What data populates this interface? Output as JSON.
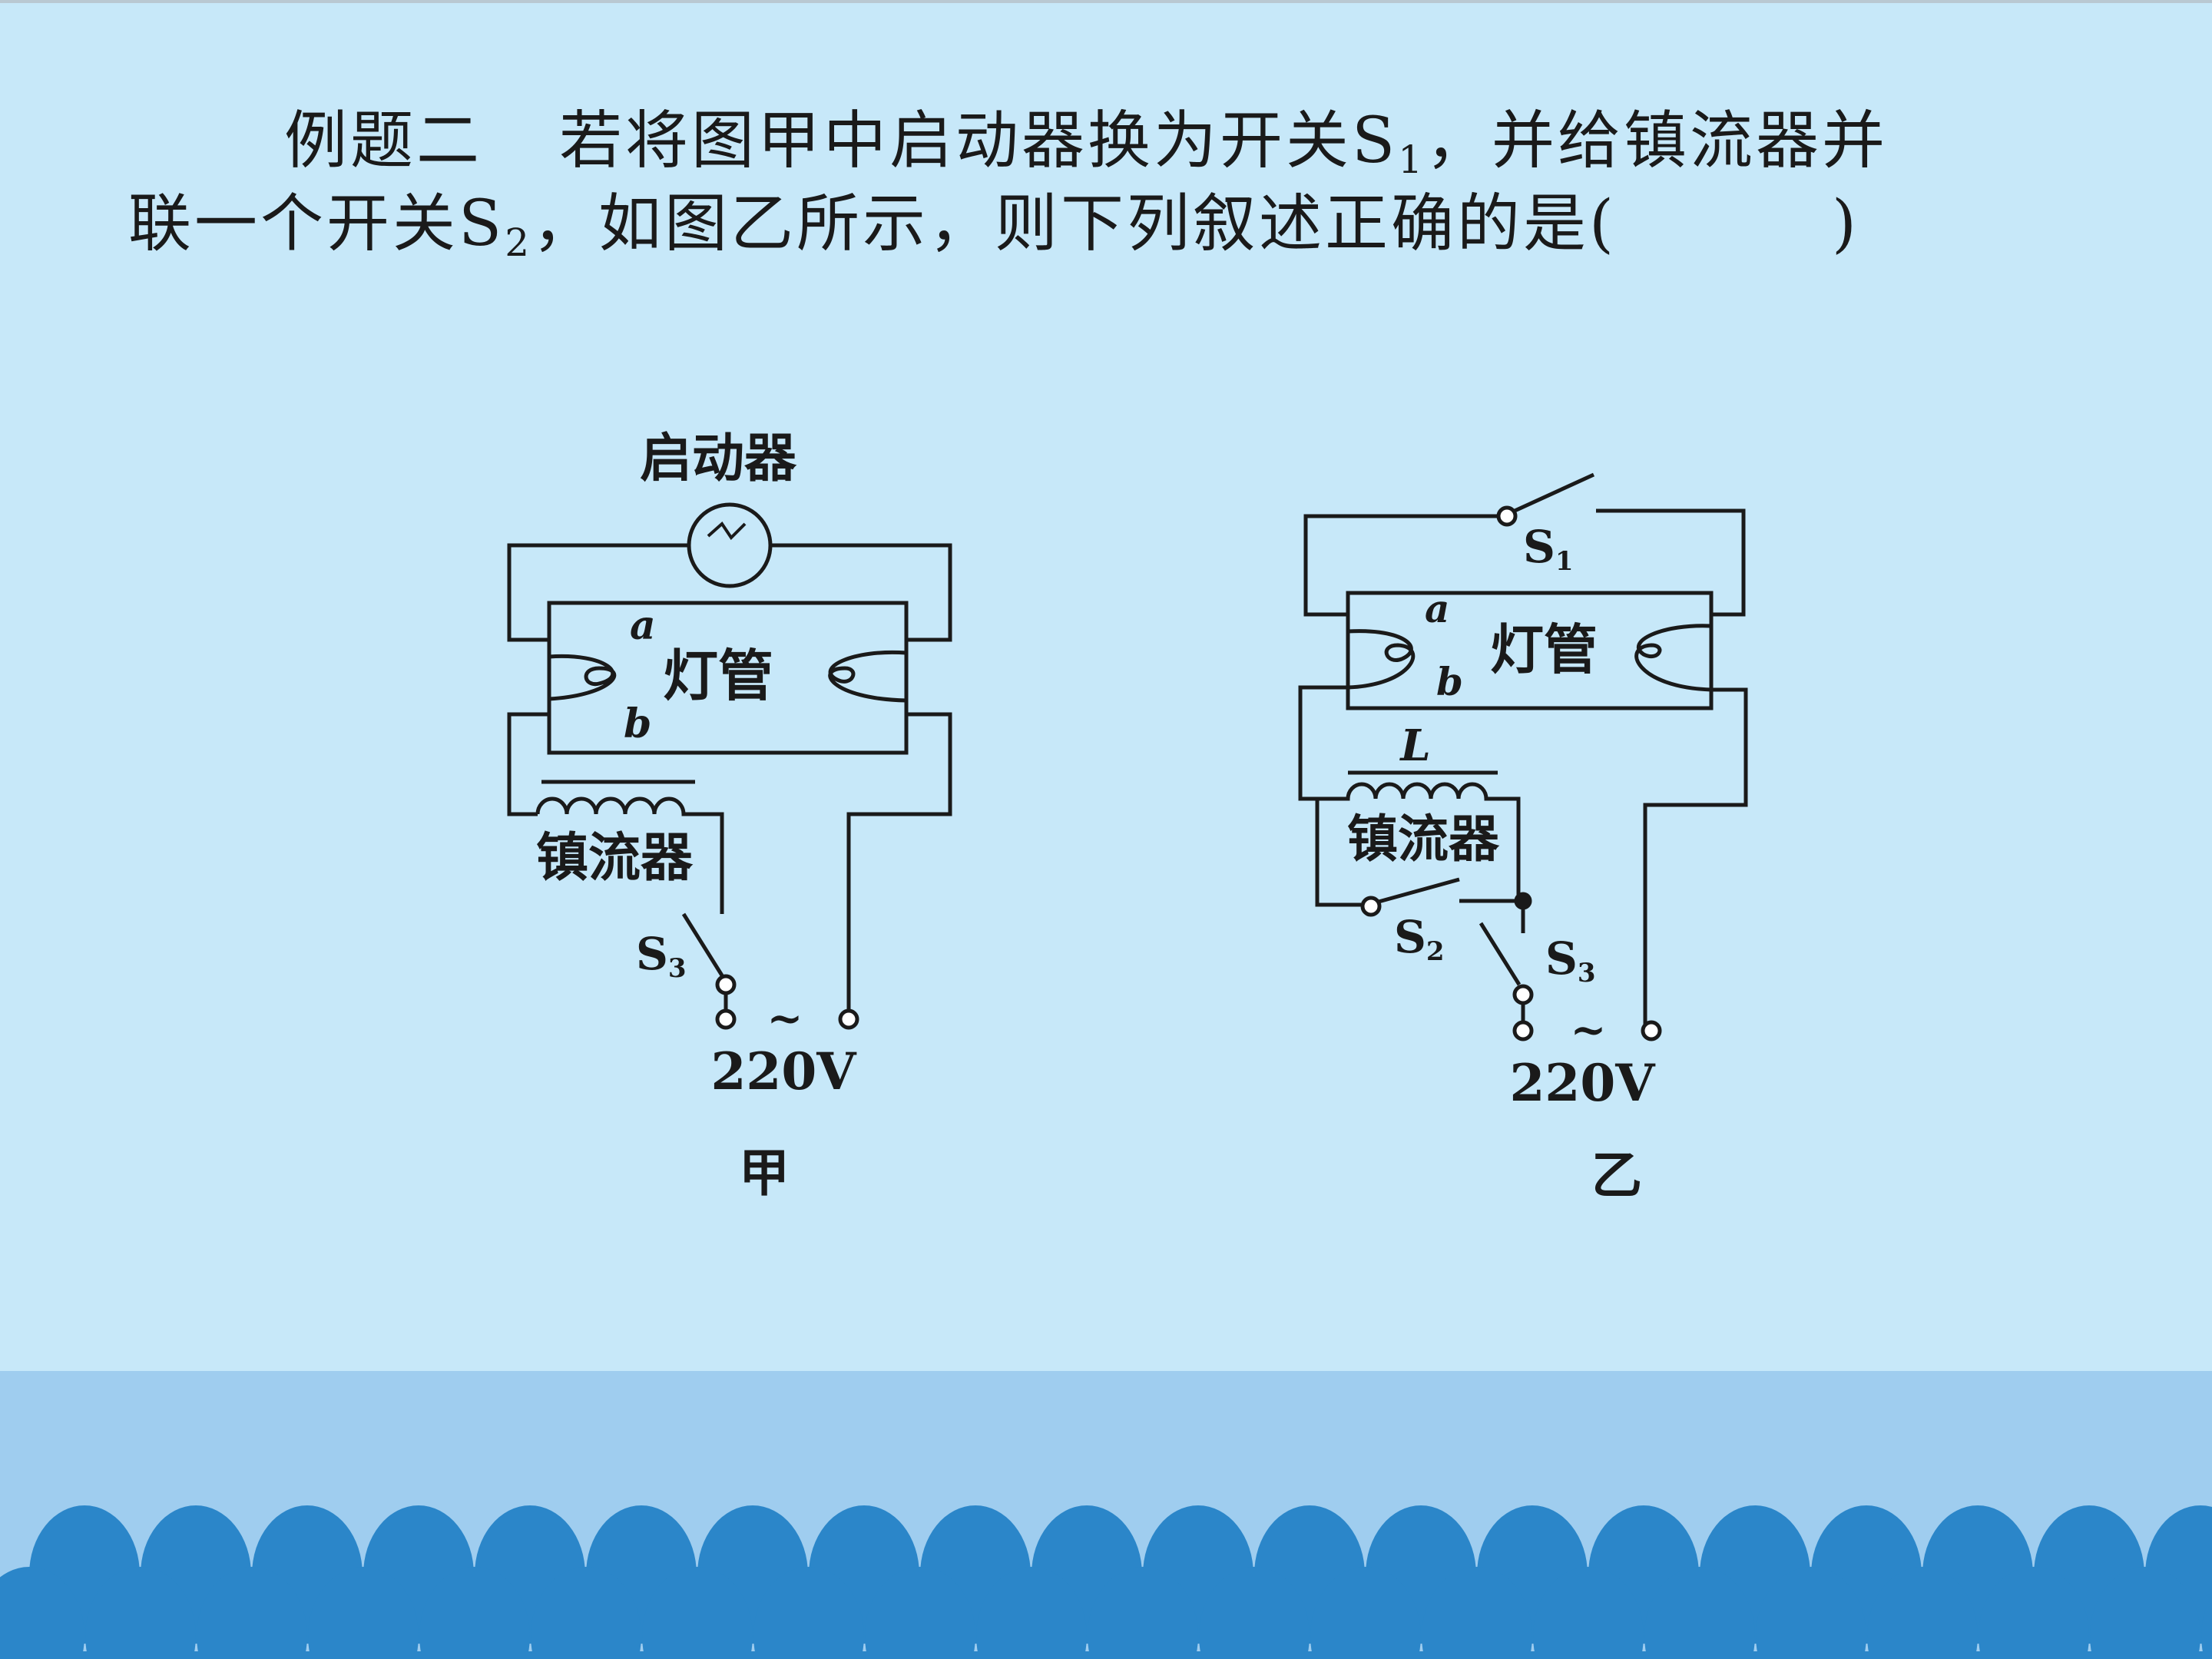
{
  "question": {
    "label": "例题二",
    "line1_a": "若将图甲中启动器换为开关S",
    "line1_sub": "1",
    "line1_b": "，并给镇流器并",
    "line2_a": "联一个开关S",
    "line2_sub": "2",
    "line2_b": "，如图乙所示，则下列叙述正确的是(",
    "line2_end": ")"
  },
  "diagram_jia": {
    "starter_label": "启动器",
    "terminal_a": "a",
    "terminal_b": "b",
    "tube_label": "灯管",
    "ballast_label": "镇流器",
    "switch_s3_base": "S",
    "switch_s3_sub": "3",
    "ac_symbol": "~",
    "voltage": "220V",
    "caption": "甲"
  },
  "diagram_yi": {
    "switch_s1_base": "S",
    "switch_s1_sub": "1",
    "terminal_a": "a",
    "terminal_b": "b",
    "tube_label": "灯管",
    "inductor_label": "L",
    "ballast_label": "镇流器",
    "switch_s2_base": "S",
    "switch_s2_sub": "2",
    "switch_s3_base": "S",
    "switch_s3_sub": "3",
    "ac_symbol": "~",
    "voltage": "220V",
    "caption": "乙"
  },
  "colors": {
    "background": "#c7e8f9",
    "band": "#9fcdef",
    "scallop": "#2b86c9"
  }
}
